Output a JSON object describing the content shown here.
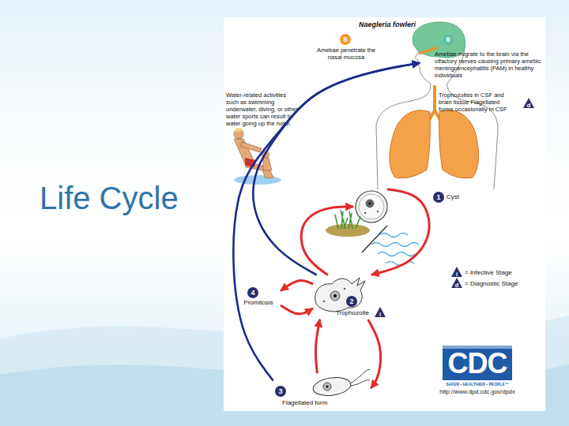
{
  "diagram": {
    "title": "Life Cycle",
    "nodes": [
      {
        "text": [
          "5",
          "Amebae penetrate the nasal mucosa"
        ]
      },
      {
        "text": [
          "6",
          "Amebae migrate to the brain via the olfactory nerves causing primary amebic meningoencephalitis (PAM) in healthy individuals"
        ]
      },
      {
        "text": [
          "1",
          "Cyst"
        ]
      },
      {
        "text": [
          "4",
          "Promitosis"
        ]
      },
      {
        "text": [
          "2",
          "Trophozoite"
        ]
      },
      {
        "text": [
          "3",
          "Flagellated form"
        ]
      }
    ],
    "edges": [
      {
        "from": 4,
        "to": 2,
        "arrow": "to"
      },
      {
        "from": 2,
        "to": 4,
        "arrow": "to"
      },
      {
        "from": 4,
        "to": 3,
        "arrow": "to"
      },
      {
        "from": 3,
        "to": 4,
        "arrow": "to"
      },
      {
        "from": 4,
        "to": 5,
        "arrow": "to"
      },
      {
        "from": 5,
        "to": 4,
        "arrow": "to"
      },
      {
        "from": 4,
        "to": 0,
        "arrow": "to"
      },
      {
        "from": 5,
        "to": 0,
        "arrow": "to"
      }
    ],
    "labels": [
      "Naegleria fowleri",
      "Water-related activities such as swimming underwater, diving, or other water sports can result in water going up the nose.",
      "Trophozoites in CSF and brain tissue Flagellated forms occasionally in CSF",
      "d",
      "i",
      "i",
      "d",
      "CDC",
      "SAFER • HEALTHIER • PEOPLE™",
      "http://www.dpd.cdc.gov/dpdx"
    ],
    "legend": [
      {
        "text": "= Infective Stage"
      },
      {
        "text": "= Diagnostic Stage"
      }
    ]
  }
}
